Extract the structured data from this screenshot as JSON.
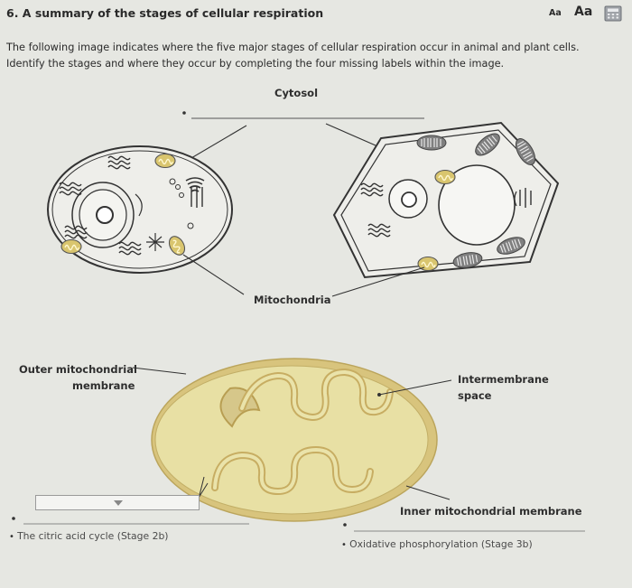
{
  "header": {
    "title": "6. A summary of the stages of cellular respiration",
    "font_small_label": "Aa",
    "font_large_label": "Aa",
    "calculator_icon": "calculator-icon"
  },
  "instructions": [
    "The following image indicates where the five major stages of cellular respiration occur in animal and plant cells.",
    "Identify the stages and where they occur by completing the four missing labels within the image."
  ],
  "figure": {
    "cytosol_label": "Cytosol",
    "mitochondria_label": "Mitochondria",
    "outer_membrane_label_1": "Outer mitochondrial",
    "outer_membrane_label_2": "membrane",
    "intermembrane_label_1": "Intermembrane",
    "intermembrane_label_2": "space",
    "inner_membrane_label": "Inner mitochondrial membrane"
  },
  "answers": {
    "left": "The citric acid cycle (Stage 2b)",
    "right": "Oxidative phosphorylation (Stage 3b)"
  },
  "colors": {
    "page_bg": "#e6e7e2",
    "cell_fill": "#f1f1ec",
    "mito_fill": "#e6dc9c",
    "mito_outer": "#d6c27a",
    "mito_edge": "#b8a258",
    "line": "#3a3a3a"
  }
}
